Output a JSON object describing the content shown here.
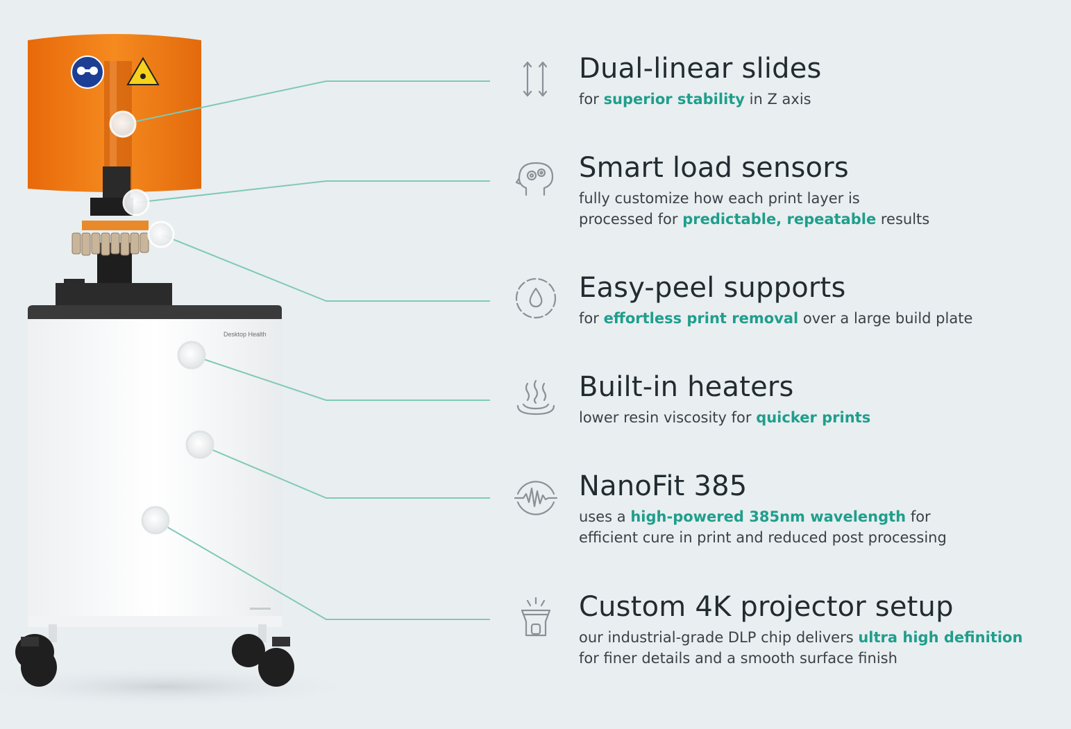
{
  "brand": {
    "label": "Desktop Health"
  },
  "colors": {
    "accent": "#1f9e8c",
    "line": "#7fc9b6",
    "hood": "#f07a10",
    "icon": "#8a9096"
  },
  "features": [
    {
      "icon": "up-down-arrows-icon",
      "title": "Dual-linear slides",
      "desc_lines": [
        [
          {
            "t": "for "
          },
          {
            "t": "superior stability",
            "h": true
          },
          {
            "t": " in Z axis"
          }
        ]
      ]
    },
    {
      "icon": "head-gears-icon",
      "title": "Smart load sensors",
      "desc_lines": [
        [
          {
            "t": "fully customize how each print layer is"
          }
        ],
        [
          {
            "t": "processed for "
          },
          {
            "t": "predictable, repeatable",
            "h": true
          },
          {
            "t": " results"
          }
        ]
      ]
    },
    {
      "icon": "droplet-icon",
      "title": "Easy-peel supports",
      "desc_lines": [
        [
          {
            "t": "for "
          },
          {
            "t": "effortless print removal",
            "h": true
          },
          {
            "t": " over a large build plate"
          }
        ]
      ]
    },
    {
      "icon": "heat-waves-icon",
      "title": "Built-in heaters",
      "desc_lines": [
        [
          {
            "t": "lower resin viscosity for "
          },
          {
            "t": "quicker prints",
            "h": true
          }
        ]
      ]
    },
    {
      "icon": "waveform-icon",
      "title": "NanoFit 385",
      "desc_lines": [
        [
          {
            "t": "uses a "
          },
          {
            "t": "high-powered 385nm wavelength",
            "h": true
          },
          {
            "t": " for"
          }
        ],
        [
          {
            "t": "efficient cure in print and reduced post processing"
          }
        ]
      ]
    },
    {
      "icon": "projector-icon",
      "title": "Custom 4K projector setup",
      "desc_lines": [
        [
          {
            "t": "our industrial-grade DLP chip delivers "
          },
          {
            "t": "ultra high definition",
            "h": true
          }
        ],
        [
          {
            "t": "for finer details and a smooth surface finish"
          }
        ]
      ]
    }
  ]
}
